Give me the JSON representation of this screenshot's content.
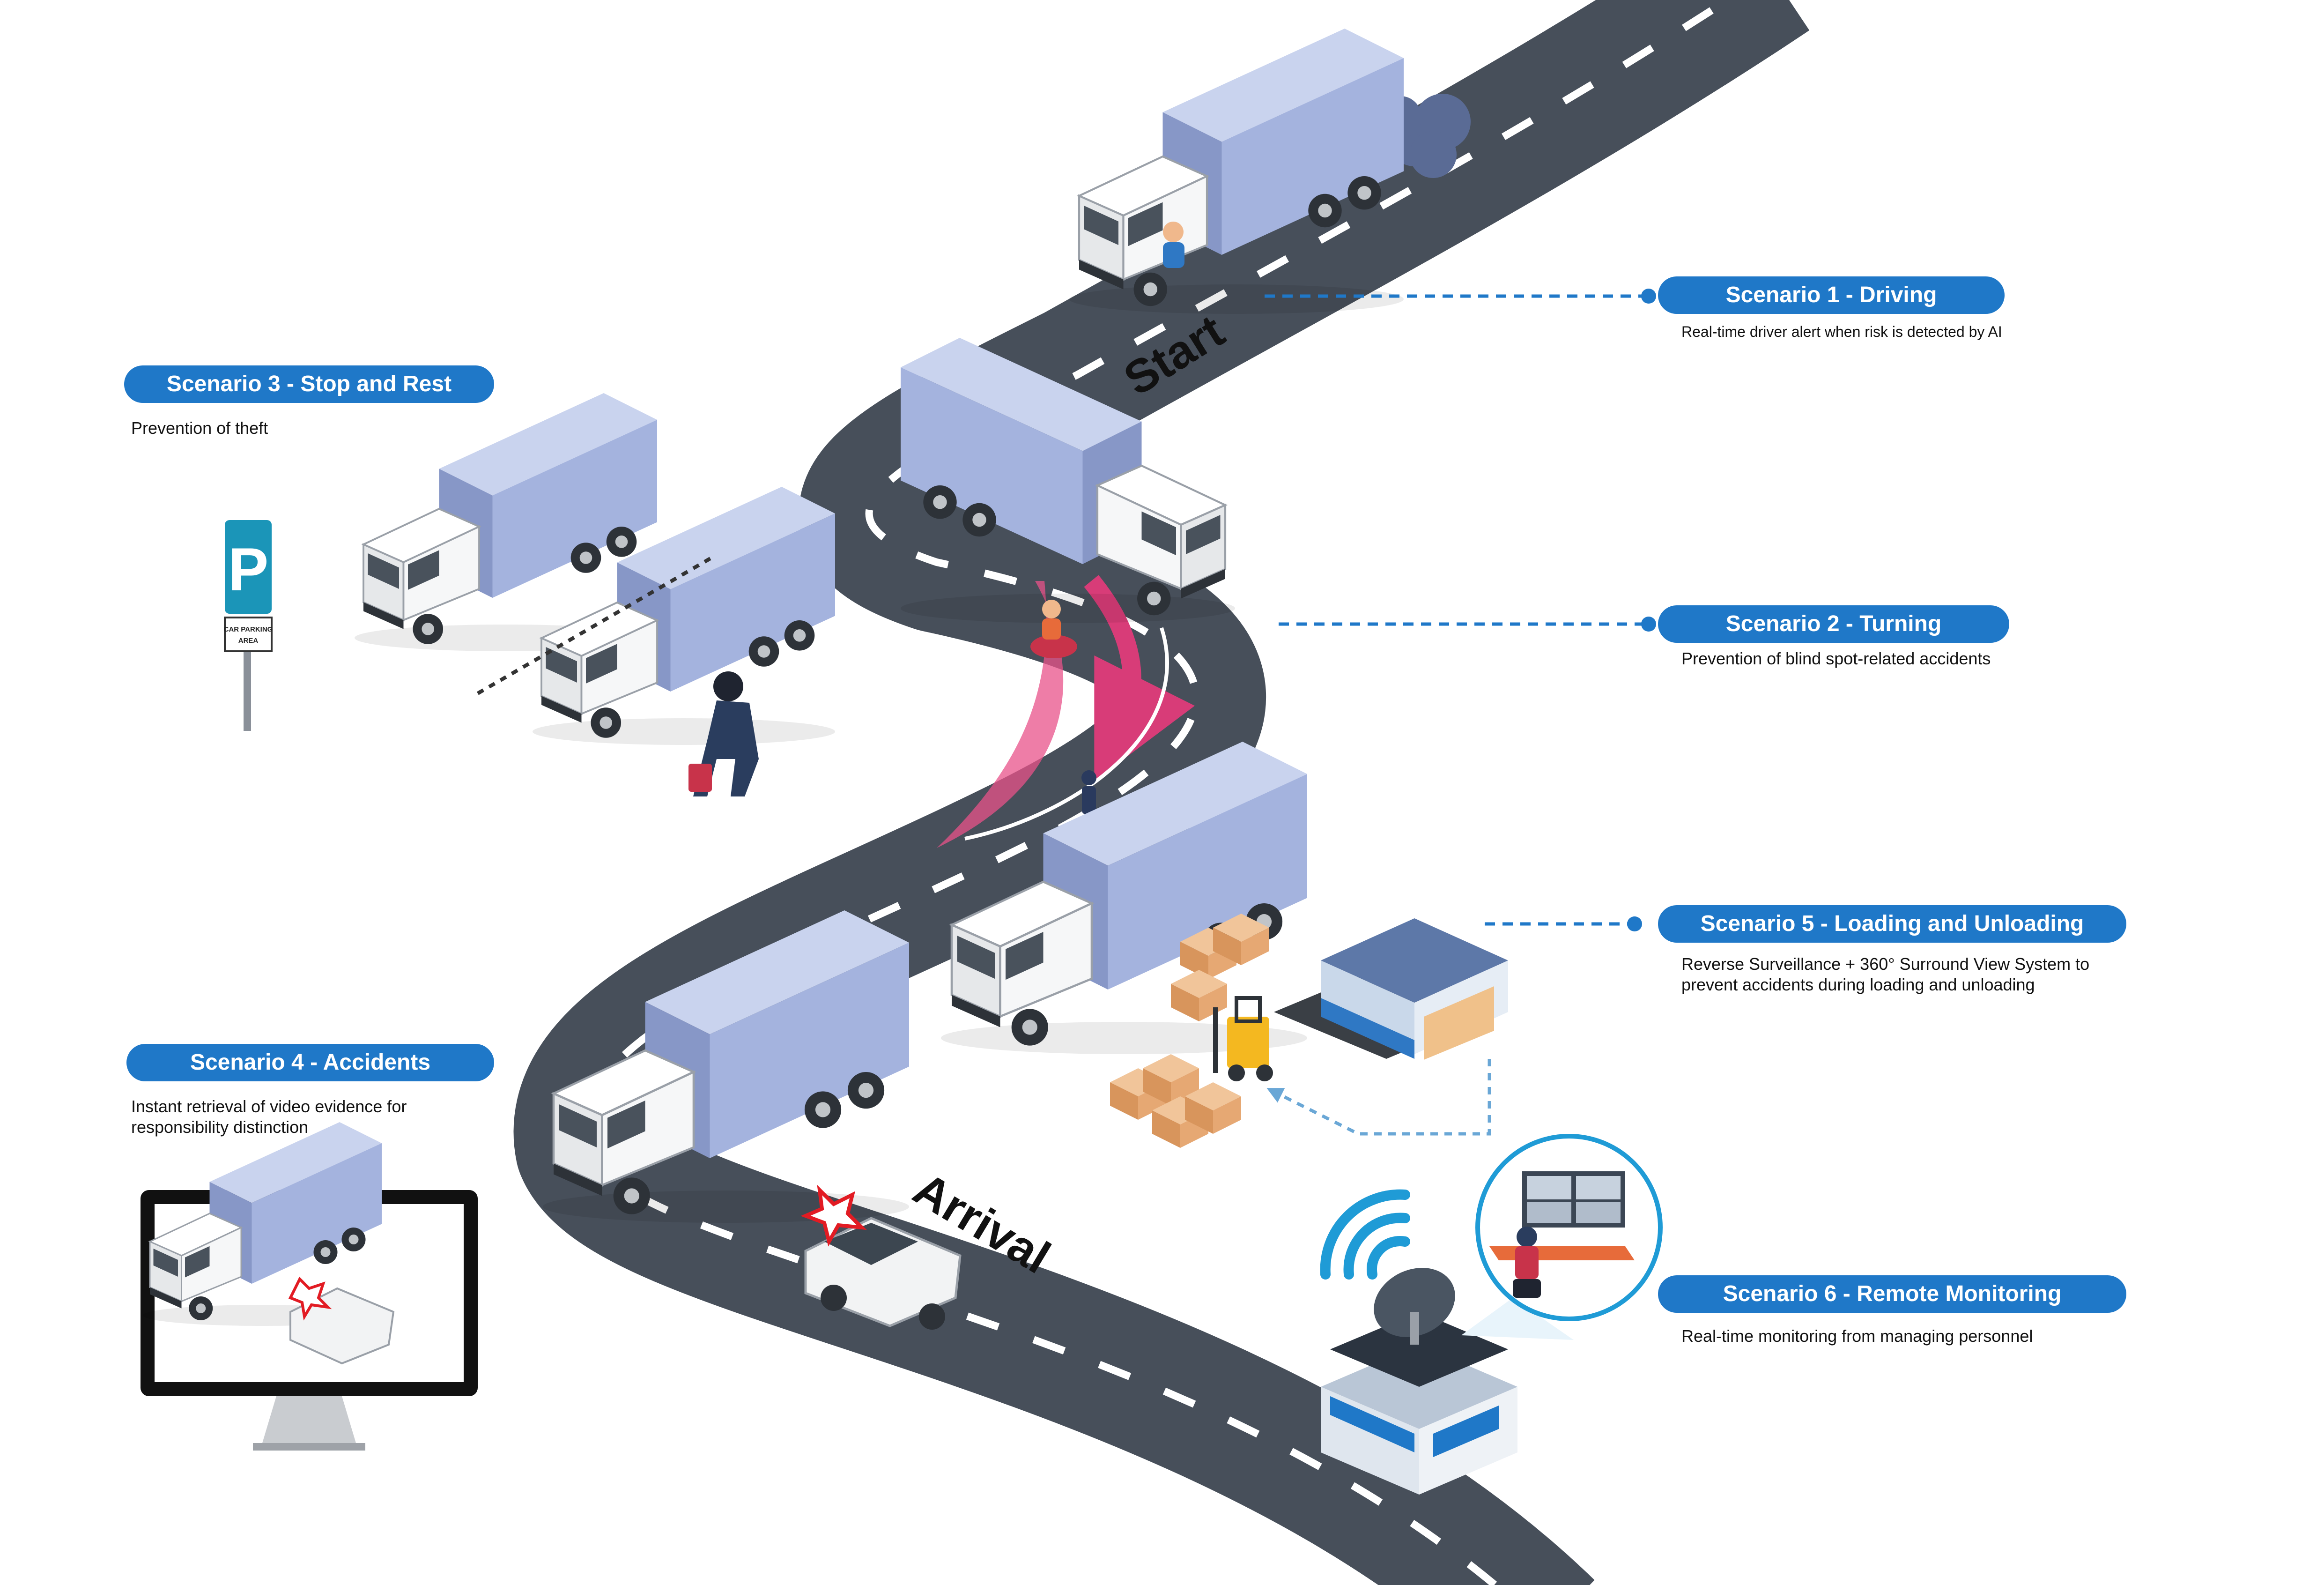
{
  "road_labels": {
    "start": "Start",
    "arrival": "Arrival"
  },
  "scenarios": [
    {
      "title": "Scenario 1 - Driving",
      "description": [
        "Real-time driver alert when risk is detected by AI"
      ]
    },
    {
      "title": "Scenario 2 - Turning",
      "description": [
        "Prevention of blind spot-related accidents"
      ]
    },
    {
      "title": "Scenario 3 - Stop and Rest",
      "description": [
        "Prevention of theft"
      ]
    },
    {
      "title": "Scenario 4 - Accidents",
      "description": [
        "Instant retrieval of video evidence for",
        "responsibility distinction"
      ]
    },
    {
      "title": "Scenario 5 - Loading and Unloading",
      "description": [
        "Reverse Surveillance + 360° Surround View System to",
        "prevent accidents during loading and unloading"
      ]
    },
    {
      "title": "Scenario 6 - Remote Monitoring",
      "description": [
        "Real-time monitoring from managing personnel"
      ]
    }
  ],
  "parking_sign": {
    "letter": "P",
    "caption_line1": "CAR PARKING",
    "caption_line2": "AREA"
  },
  "colors": {
    "pill": "#1f78c8",
    "road": "#474f5a",
    "truck_box": "#9fb0d8",
    "blind_spot": "#e8528a",
    "connector": "#1f78c8"
  },
  "icons": [
    "truck-icon",
    "parking-sign-icon",
    "thief-icon",
    "forklift-icon",
    "warehouse-icon",
    "monitor-icon",
    "satellite-dish-icon",
    "control-room-icon",
    "collision-icon"
  ]
}
